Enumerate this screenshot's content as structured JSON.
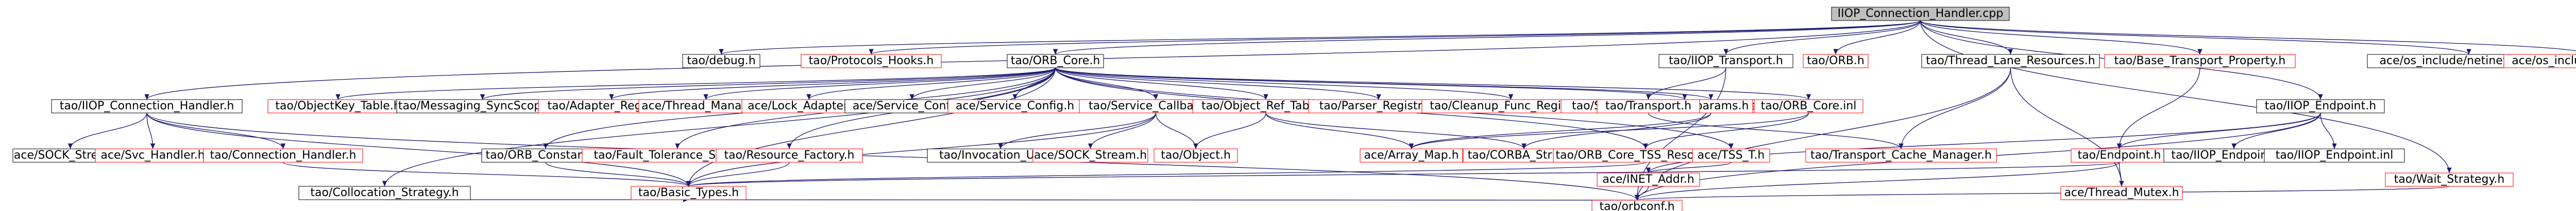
{
  "diagram": {
    "colors": {
      "node_fill": "#ffffff",
      "node_stroke": "#000000",
      "root_fill": "#bfbfbf",
      "text_black": "#000000",
      "text_red": "#ff0000",
      "edge_blue": "#191970",
      "edge_dark": "#000000"
    },
    "root": {
      "id": "root",
      "label": "IIOP_Connection_Handler.cpp"
    },
    "nodes": [
      {
        "id": "debug",
        "label": "tao/debug.h",
        "red": false
      },
      {
        "id": "protohooks",
        "label": "tao/Protocols_Hooks.h",
        "red": true
      },
      {
        "id": "orbcore",
        "label": "tao/ORB_Core.h",
        "red": false
      },
      {
        "id": "iioptransport",
        "label": "tao/IIOP_Transport.h",
        "red": false
      },
      {
        "id": "torb",
        "label": "tao/ORB.h",
        "red": true
      },
      {
        "id": "threadlane",
        "label": "tao/Thread_Lane_Resources.h",
        "red": false
      },
      {
        "id": "basetransport",
        "label": "tao/Base_Transport_Property.h",
        "red": true
      },
      {
        "id": "iiopendpoint",
        "label": "tao/IIOP_Endpoint.h",
        "red": false
      },
      {
        "id": "acetcp",
        "label": "ace/os_include/netinet/os_tcp.h",
        "red": false
      },
      {
        "id": "acenetdb",
        "label": "ace/os_include/os_netdb.h",
        "red": true
      },
      {
        "id": "iiopconn",
        "label": "tao/IIOP_Connection_Handler.h",
        "red": false
      },
      {
        "id": "objkey",
        "label": "tao/ObjectKey_Table.h",
        "red": true
      },
      {
        "id": "msgsync",
        "label": "tao/Messaging_SyncScopeC.h",
        "red": false
      },
      {
        "id": "adapter",
        "label": "tao/Adapter_Registry.h",
        "red": true
      },
      {
        "id": "threadmgr",
        "label": "ace/Thread_Manager.h",
        "red": true
      },
      {
        "id": "locklt",
        "label": "ace/Lock_Adapter_T.h",
        "red": true
      },
      {
        "id": "svcconfig",
        "label": "ace/Service_Config.h",
        "red": false
      },
      {
        "id": "svcconfigtao",
        "label": "ace/Service_Config.h",
        "red": true
      },
      {
        "id": "svccallbacks",
        "label": "tao/Service_Callbacks.h",
        "red": true
      },
      {
        "id": "objreftable",
        "label": "tao/Object_Ref_Table.h",
        "red": true
      },
      {
        "id": "parser",
        "label": "tao/Parser_Registry.h",
        "red": true
      },
      {
        "id": "cleanup",
        "label": "tao/Cleanup_Func_Registry.h",
        "red": true
      },
      {
        "id": "svcctx",
        "label": "tao/Service_Context_Handler_Registry.h",
        "red": true
      },
      {
        "id": "params",
        "label": "tao/params.h",
        "red": true
      },
      {
        "id": "orbcoreinl",
        "label": "tao/ORB_Core.inl",
        "red": true
      },
      {
        "id": "transportH",
        "label": "tao/Transport.h",
        "red": true
      },
      {
        "id": "cachemgr",
        "label": "tao/Transport_Cache_Manager.h",
        "red": true
      },
      {
        "id": "endpointH",
        "label": "tao/Endpoint.h",
        "red": true
      },
      {
        "id": "iiopendC",
        "label": "tao/IIOP_EndpointsC.h",
        "red": false
      },
      {
        "id": "iiopendinl",
        "label": "tao/IIOP_Endpoint.inl",
        "red": false
      },
      {
        "id": "socketstream",
        "label": "ace/SOCK_Stream.h",
        "red": false
      },
      {
        "id": "svchandler",
        "label": "ace/Svc_Handler.h",
        "red": true
      },
      {
        "id": "connhandler",
        "label": "tao/Connection_Handler.h",
        "red": true
      },
      {
        "id": "orbconstants",
        "label": "tao/ORB_Constants.h",
        "red": false
      },
      {
        "id": "faulttol",
        "label": "tao/Fault_Tolerance_Service.h",
        "red": true
      },
      {
        "id": "resfactory",
        "label": "tao/Resource_Factory.h",
        "red": true
      },
      {
        "id": "invutils",
        "label": "tao/Invocation_Utils.h",
        "red": false
      },
      {
        "id": "sockstream2",
        "label": "ace/SOCK_Stream.h",
        "red": true
      },
      {
        "id": "objectH",
        "label": "tao/Object.h",
        "red": true
      },
      {
        "id": "arraymap",
        "label": "ace/Array_Map.h",
        "red": true
      },
      {
        "id": "corbastring",
        "label": "tao/CORBA_String.h",
        "red": true
      },
      {
        "id": "tssres",
        "label": "tao/ORB_Core_TSS_Resources.h",
        "red": true
      },
      {
        "id": "tsst",
        "label": "ace/TSS_T.h",
        "red": true
      },
      {
        "id": "collocation",
        "label": "tao/Collocation_Strategy.h",
        "red": false
      },
      {
        "id": "basictypes",
        "label": "tao/Basic_Types.h",
        "red": true
      },
      {
        "id": "inetaddr",
        "label": "ace/INET_Addr.h",
        "red": true
      },
      {
        "id": "threadmutex",
        "label": "ace/Thread_Mutex.h",
        "red": true
      },
      {
        "id": "waitstrat",
        "label": "tao/Wait_Strategy.h",
        "red": true
      },
      {
        "id": "versioned",
        "label": "tao/orbconf.h",
        "red": true
      }
    ],
    "edges": [
      [
        "root",
        "debug"
      ],
      [
        "root",
        "protohooks"
      ],
      [
        "root",
        "orbcore"
      ],
      [
        "root",
        "iioptransport"
      ],
      [
        "root",
        "torb"
      ],
      [
        "root",
        "threadlane"
      ],
      [
        "root",
        "basetransport"
      ],
      [
        "root",
        "iiopendpoint"
      ],
      [
        "root",
        "acetcp"
      ],
      [
        "root",
        "acenetdb"
      ],
      [
        "root",
        "iiopconn"
      ],
      [
        "root",
        "waitstrat"
      ],
      [
        "orbcore",
        "objkey"
      ],
      [
        "orbcore",
        "msgsync"
      ],
      [
        "orbcore",
        "adapter"
      ],
      [
        "orbcore",
        "threadmgr"
      ],
      [
        "orbcore",
        "locklt"
      ],
      [
        "orbcore",
        "svcconfig"
      ],
      [
        "orbcore",
        "svcconfigtao"
      ],
      [
        "orbcore",
        "svccallbacks"
      ],
      [
        "orbcore",
        "objreftable"
      ],
      [
        "orbcore",
        "parser"
      ],
      [
        "orbcore",
        "cleanup"
      ],
      [
        "orbcore",
        "svcctx"
      ],
      [
        "orbcore",
        "params"
      ],
      [
        "orbcore",
        "orbcoreinl"
      ],
      [
        "orbcore",
        "orbconstants"
      ],
      [
        "orbcore",
        "faulttol"
      ],
      [
        "orbcore",
        "resfactory"
      ],
      [
        "orbcore",
        "collocation"
      ],
      [
        "orbcore",
        "basictypes"
      ],
      [
        "orbcore",
        "tsst"
      ],
      [
        "orbcore",
        "tssres"
      ],
      [
        "iioptransport",
        "transportH"
      ],
      [
        "iioptransport",
        "versioned"
      ],
      [
        "transportH",
        "cachemgr"
      ],
      [
        "threadlane",
        "cachemgr"
      ],
      [
        "threadlane",
        "threadmutex"
      ],
      [
        "threadlane",
        "versioned"
      ],
      [
        "basetransport",
        "endpointH"
      ],
      [
        "iiopendpoint",
        "endpointH"
      ],
      [
        "iiopendpoint",
        "iiopendC"
      ],
      [
        "iiopendpoint",
        "iiopendinl"
      ],
      [
        "iiopendpoint",
        "inetaddr"
      ],
      [
        "iiopendpoint",
        "versioned"
      ],
      [
        "endpointH",
        "threadmutex"
      ],
      [
        "endpointH",
        "basictypes"
      ],
      [
        "endpointH",
        "versioned"
      ],
      [
        "iiopconn",
        "socketstream"
      ],
      [
        "iiopconn",
        "svchandler"
      ],
      [
        "iiopconn",
        "connhandler"
      ],
      [
        "iiopconn",
        "basictypes"
      ],
      [
        "iiopconn",
        "versioned"
      ],
      [
        "connhandler",
        "basictypes"
      ],
      [
        "svccallbacks",
        "invutils"
      ],
      [
        "svccallbacks",
        "objectH"
      ],
      [
        "svccallbacks",
        "basictypes"
      ],
      [
        "svccallbacks",
        "sockstream2"
      ],
      [
        "objreftable",
        "objectH"
      ],
      [
        "objreftable",
        "arraymap"
      ],
      [
        "objreftable",
        "corbastring"
      ],
      [
        "params",
        "arraymap"
      ],
      [
        "params",
        "corbastring"
      ],
      [
        "orbcoreinl",
        "arraymap"
      ],
      [
        "orbcoreinl",
        "tssres"
      ],
      [
        "tssres",
        "basictypes"
      ],
      [
        "tsst",
        "inetaddr"
      ],
      [
        "resfactory",
        "basictypes"
      ],
      [
        "orbconstants",
        "basictypes"
      ],
      [
        "collocation",
        "basictypes"
      ],
      [
        "basictypes",
        "versioned"
      ],
      [
        "waitstrat",
        "versioned"
      ],
      [
        "inetaddr",
        "versioned"
      ]
    ]
  }
}
